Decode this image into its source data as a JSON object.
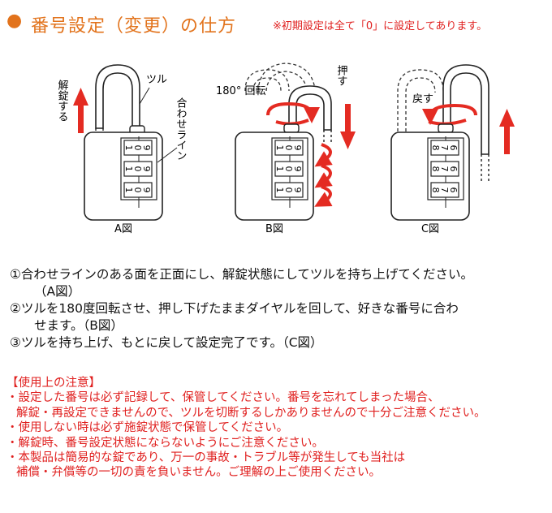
{
  "header": {
    "bullet": "●",
    "title": "番号設定（変更）の仕方",
    "note": "※初期設定は全て「0」に設定してあります。"
  },
  "figures": {
    "a": {
      "caption": "A図",
      "label_release": "解錠する",
      "label_shackle": "ツル",
      "label_align": "合わせライン",
      "dials": [
        [
          "1",
          "0",
          "9"
        ],
        [
          "1",
          "0",
          "9"
        ],
        [
          "1",
          "0",
          "9"
        ]
      ]
    },
    "b": {
      "caption": "B図",
      "label_rotate": "180° 回転",
      "label_press": "押す",
      "dials": [
        [
          "1",
          "0",
          "9"
        ],
        [
          "1",
          "0",
          "9"
        ],
        [
          "1",
          "0",
          "9"
        ]
      ]
    },
    "c": {
      "caption": "C図",
      "label_return": "戻す",
      "dials": [
        [
          "8",
          "7",
          "6"
        ],
        [
          "8",
          "7",
          "6"
        ],
        [
          "8",
          "7",
          "6"
        ]
      ]
    }
  },
  "steps": [
    "①合わせラインのある面を正面にし、解錠状態にしてツルを持ち上げてください。",
    "（A図）",
    "②ツルを180度回転させ、押し下げたままダイヤルを回して、好きな番号に合わ",
    "せます。（B図）",
    "③ツルを持ち上げ、もとに戻して設定完了です。（C図）"
  ],
  "caution": {
    "heading": "【使用上の注意】",
    "lines": [
      "・設定した番号は必ず記録して、保管してください。番号を忘れてしまった場合、",
      "解錠・再設定できませんので、ツルを切断するしかありませんので十分ご注意ください。",
      "・使用しない時は必ず施錠状態で保管してください。",
      "・解錠時、番号設定状態にならないようにご注意ください。",
      "・本製品は簡易的な錠であり、万一の事故・トラブル等が発生しても当社は",
      "補償・弁償等の一切の責を負いません。ご理解の上ご使用ください。"
    ]
  },
  "colors": {
    "orange": "#e2731c",
    "red": "#e0201f",
    "arrow": "#e42b22"
  }
}
